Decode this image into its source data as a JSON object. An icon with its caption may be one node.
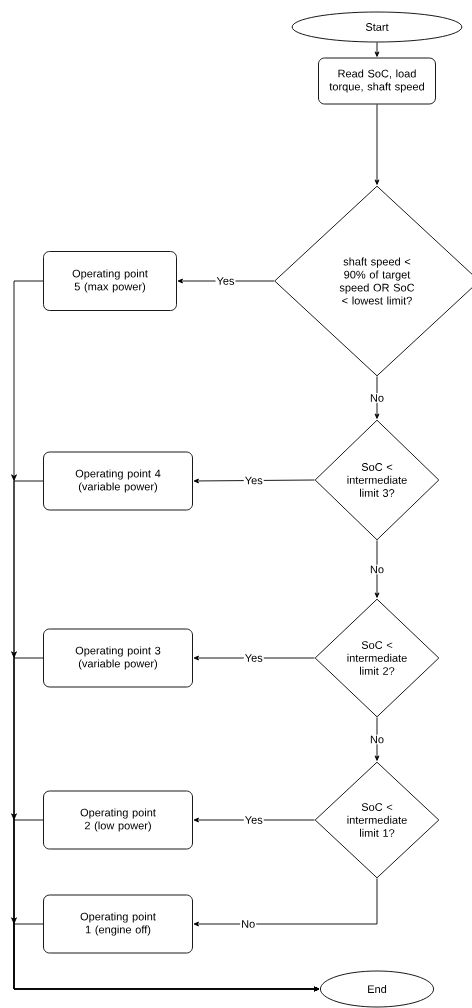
{
  "diagram": {
    "nodes": [
      {
        "text": [
          "Start"
        ]
      },
      {
        "text": [
          "Read SoC, load torque, shaft speed"
        ]
      },
      {
        "text": [
          "shaft speed < 90% of target speed OR SoC < lowest limit?"
        ]
      },
      {
        "text": [
          "Operating point 5 (max power)"
        ]
      },
      {
        "text": [
          "SoC < intermediate limit 3?"
        ]
      },
      {
        "text": [
          "Operating point 4 (variable power)"
        ]
      },
      {
        "text": [
          "SoC < intermediate limit 2?"
        ]
      },
      {
        "text": [
          "Operating point 3 (variable power)"
        ]
      },
      {
        "text": [
          "SoC < intermediate limit 1?"
        ]
      },
      {
        "text": [
          "Operating point 2 (low power)"
        ]
      },
      {
        "text": [
          "Operating point 1 (engine off)"
        ]
      },
      {
        "text": [
          "End"
        ]
      }
    ],
    "edges": [
      {
        "from": 0,
        "to": 1,
        "arrow": "to"
      },
      {
        "from": 1,
        "to": 2,
        "arrow": "to"
      },
      {
        "from": 2,
        "to": 3,
        "arrow": "to",
        "label": "Yes"
      },
      {
        "from": 2,
        "to": 4,
        "arrow": "to",
        "label": "No"
      },
      {
        "from": 4,
        "to": 5,
        "arrow": "to",
        "label": "Yes"
      },
      {
        "from": 4,
        "to": 6,
        "arrow": "to",
        "label": "No"
      },
      {
        "from": 6,
        "to": 7,
        "arrow": "to",
        "label": "Yes"
      },
      {
        "from": 6,
        "to": 8,
        "arrow": "to",
        "label": "No"
      },
      {
        "from": 8,
        "to": 9,
        "arrow": "to",
        "label": "Yes"
      },
      {
        "from": 8,
        "to": 10,
        "arrow": "to",
        "label": "No"
      },
      {
        "from": 3,
        "to": 11,
        "arrow": "to"
      },
      {
        "from": 5,
        "to": 11,
        "arrow": "to"
      },
      {
        "from": 7,
        "to": 11,
        "arrow": "to"
      },
      {
        "from": 9,
        "to": 11,
        "arrow": "to"
      },
      {
        "from": 10,
        "to": 11,
        "arrow": "to"
      }
    ]
  }
}
